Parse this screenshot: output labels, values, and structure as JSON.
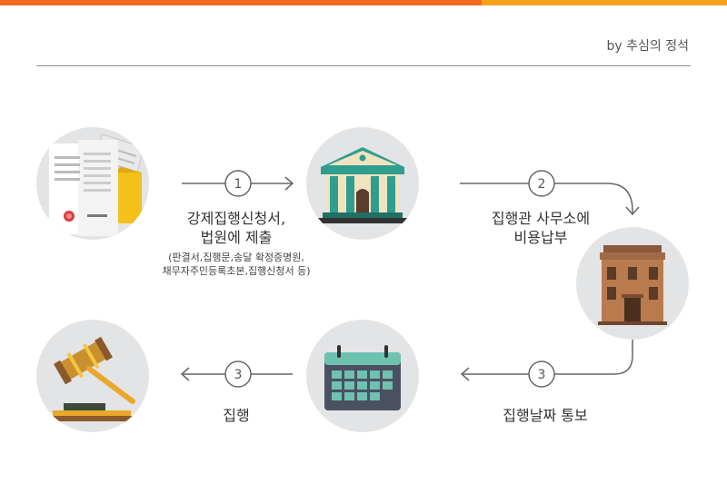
{
  "header": {
    "byline": "by 추심의 정석"
  },
  "steps": {
    "one": {
      "number": "1",
      "label_line1": "강제집행신청서,",
      "label_line2": "법원에 제출",
      "sub_line1": "(판결서,집행문,송달 확정증명원,",
      "sub_line2": "채무자주민등록초본,집행신청서 등)"
    },
    "two": {
      "number": "2",
      "label_line1": "집행관 사무소에",
      "label_line2": "비용납부"
    },
    "three_notice": {
      "number": "3",
      "label": "집행날짜 통보"
    },
    "three_execute": {
      "number": "3",
      "label": "집행"
    }
  },
  "icons": [
    "documents-icon",
    "court-building-icon",
    "office-building-icon",
    "calendar-icon",
    "gavel-icon"
  ],
  "colors": {
    "accent_orange": "#f26b21",
    "accent_yellow": "#f7a21b",
    "circle_bg": "#e3e4e6",
    "arrow": "#666666"
  }
}
